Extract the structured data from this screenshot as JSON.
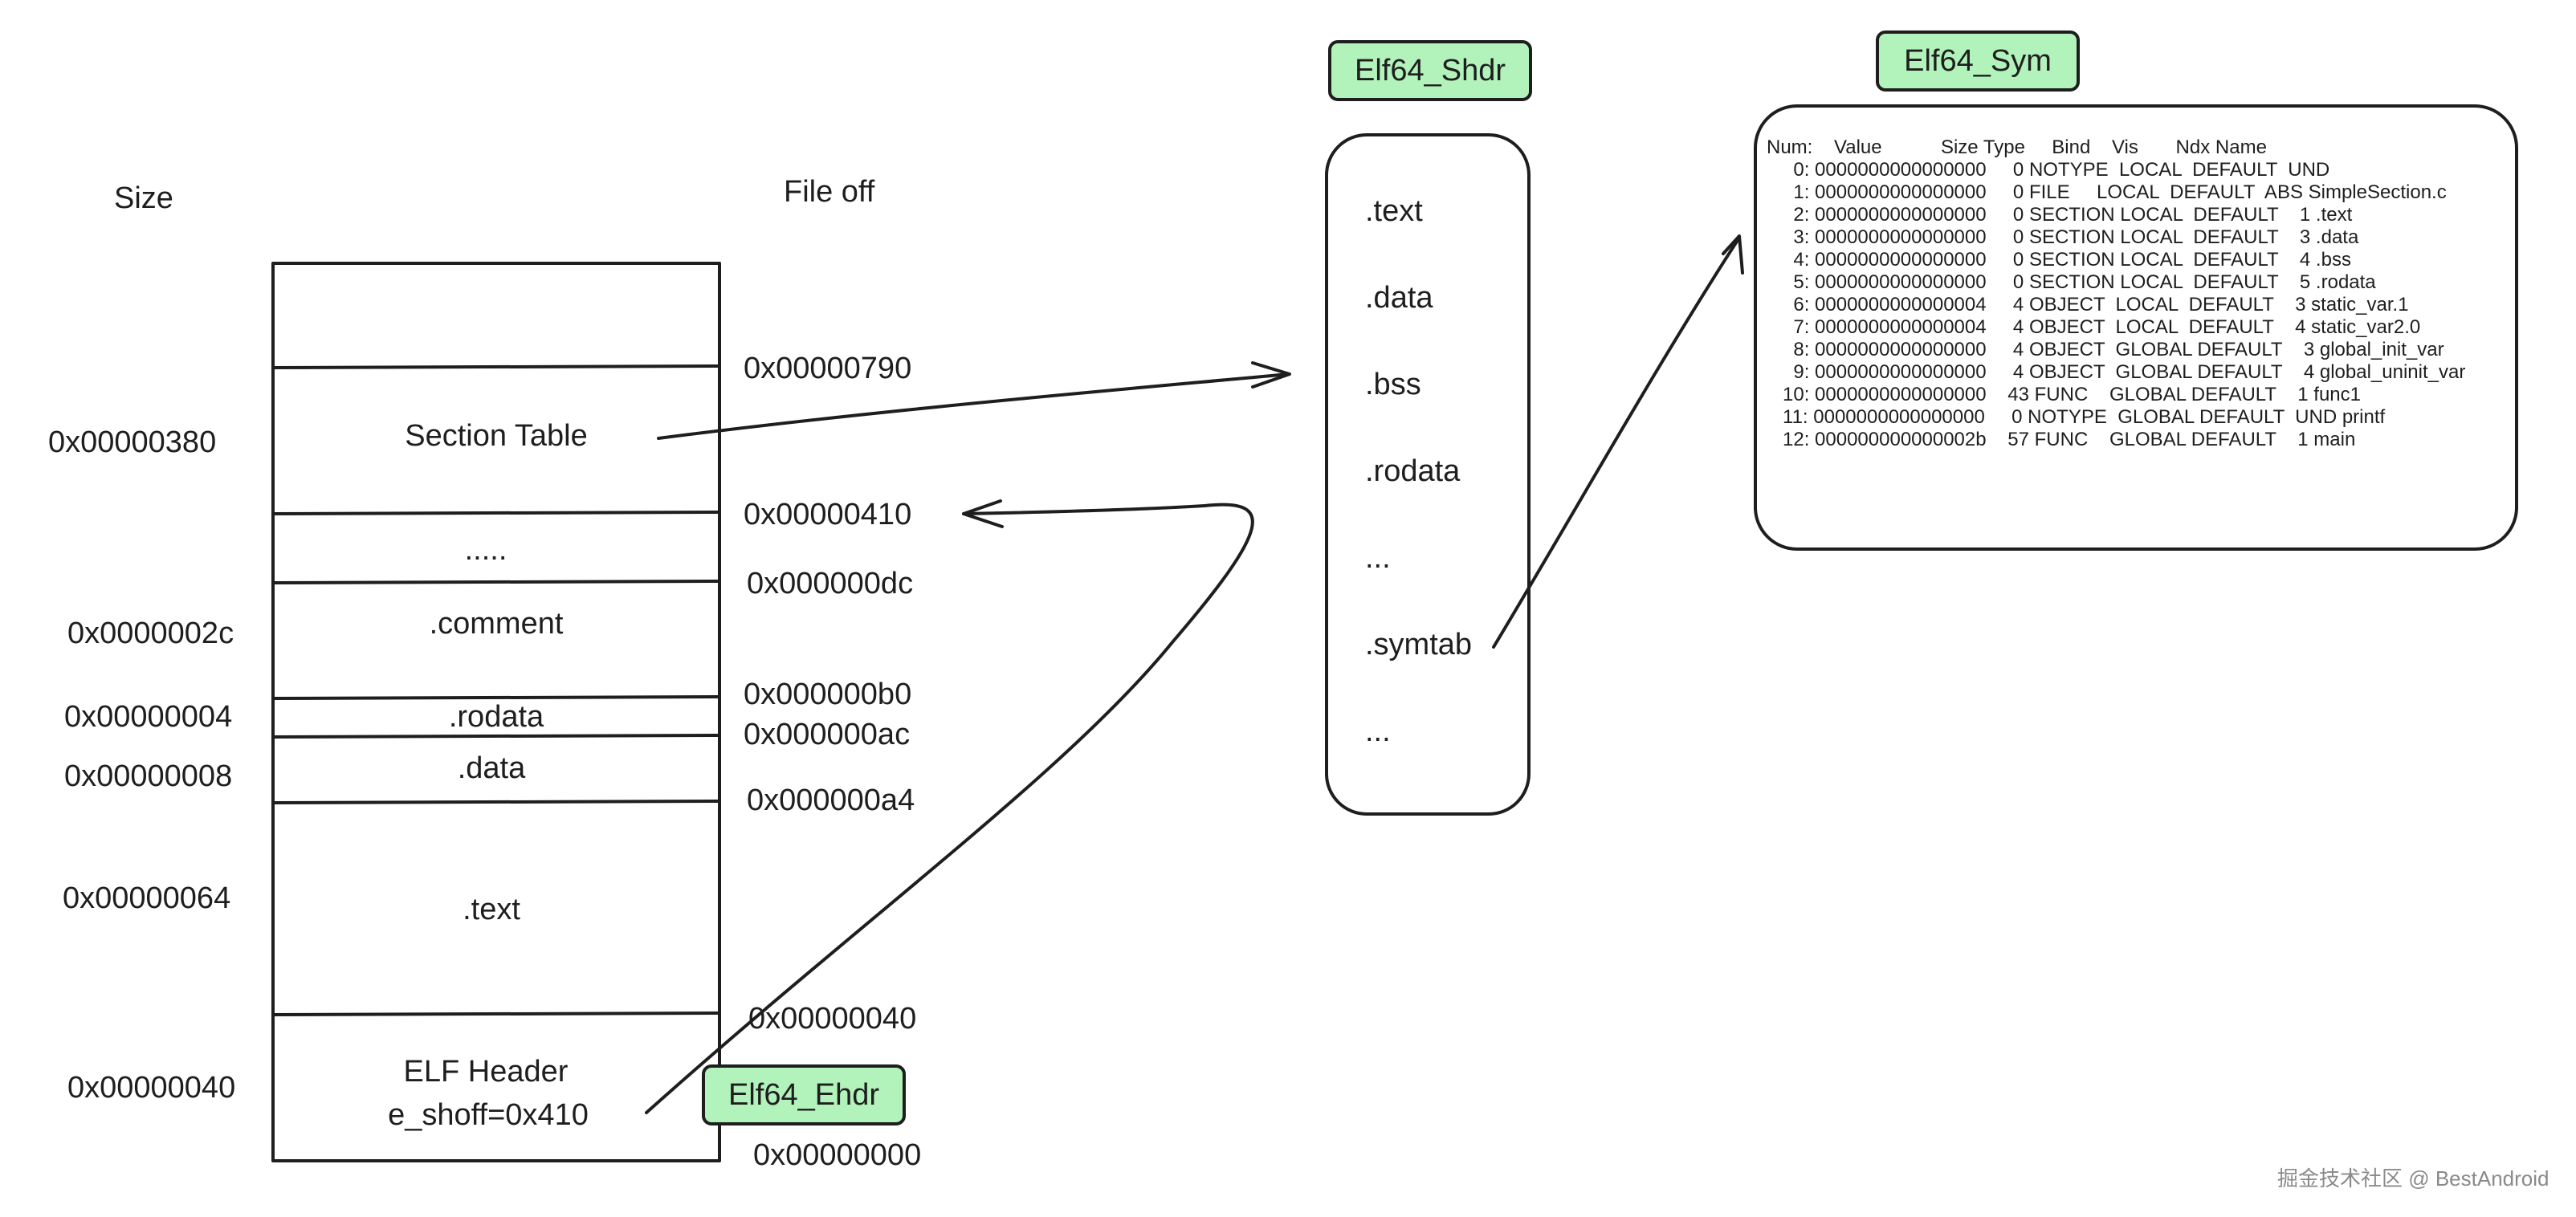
{
  "headers": {
    "size": "Size",
    "file_off": "File off"
  },
  "sections": [
    {
      "id": "section-table",
      "label": "Section Table",
      "size": "0x00000380"
    },
    {
      "id": "dots",
      "label": ".....",
      "size": ""
    },
    {
      "id": "comment",
      "label": ".comment",
      "size": "0x0000002c"
    },
    {
      "id": "rodata",
      "label": ".rodata",
      "size": "0x00000004"
    },
    {
      "id": "data",
      "label": ".data",
      "size": "0x00000008"
    },
    {
      "id": "text",
      "label": ".text",
      "size": "0x00000064"
    },
    {
      "id": "elf-header",
      "label": "ELF Header",
      "sublabel": "e_shoff=0x410",
      "size": "0x00000040"
    }
  ],
  "offsets": [
    "0x00000790",
    "0x00000410",
    "0x000000dc",
    "0x000000b0",
    "0x000000ac",
    "0x000000a4",
    "0x00000040",
    "0x00000000"
  ],
  "tags": {
    "ehdr": "Elf64_Ehdr",
    "shdr": "Elf64_Shdr",
    "sym": "Elf64_Sym"
  },
  "shdr_items": [
    ".text",
    ".data",
    ".bss",
    ".rodata",
    "...",
    ".symtab",
    "..."
  ],
  "symtab": {
    "header": "Num:    Value           Size Type     Bind    Vis       Ndx Name",
    "rows": [
      "     0: 0000000000000000     0 NOTYPE  LOCAL  DEFAULT  UND",
      "     1: 0000000000000000     0 FILE     LOCAL  DEFAULT  ABS SimpleSection.c",
      "     2: 0000000000000000     0 SECTION LOCAL  DEFAULT    1 .text",
      "     3: 0000000000000000     0 SECTION LOCAL  DEFAULT    3 .data",
      "     4: 0000000000000000     0 SECTION LOCAL  DEFAULT    4 .bss",
      "     5: 0000000000000000     0 SECTION LOCAL  DEFAULT    5 .rodata",
      "     6: 0000000000000004     4 OBJECT  LOCAL  DEFAULT    3 static_var.1",
      "     7: 0000000000000004     4 OBJECT  LOCAL  DEFAULT    4 static_var2.0",
      "     8: 0000000000000000     4 OBJECT  GLOBAL DEFAULT    3 global_init_var",
      "     9: 0000000000000000     4 OBJECT  GLOBAL DEFAULT    4 global_uninit_var",
      "   10: 0000000000000000    43 FUNC    GLOBAL DEFAULT    1 func1",
      "   11: 0000000000000000     0 NOTYPE  GLOBAL DEFAULT  UND printf",
      "   12: 000000000000002b    57 FUNC    GLOBAL DEFAULT    1 main"
    ]
  },
  "watermark": "掘金技术社区 @ BestAndroid"
}
